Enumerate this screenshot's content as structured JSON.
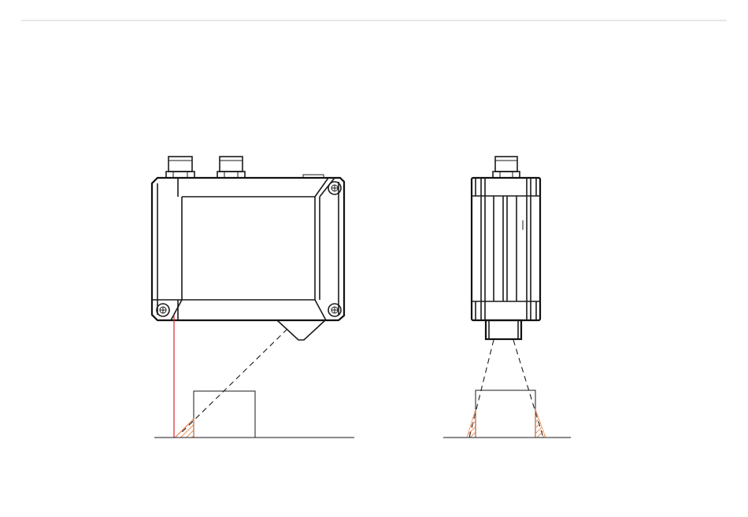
{
  "colors": {
    "line": "#1a1a1a",
    "rule": "#cccccc",
    "laser": "#d9232e",
    "shadow_hatch": "#e8722c"
  },
  "views": [
    {
      "name": "side-view",
      "features": [
        "housing",
        "connector-1",
        "connector-2",
        "mounting-holes",
        "emitter-prism",
        "laser-beam",
        "receiver-line-of-sight",
        "target-object",
        "shadow-zone"
      ]
    },
    {
      "name": "front-view",
      "features": [
        "housing",
        "connector",
        "lens",
        "field-of-view",
        "target-object",
        "shadow-zones"
      ]
    }
  ]
}
